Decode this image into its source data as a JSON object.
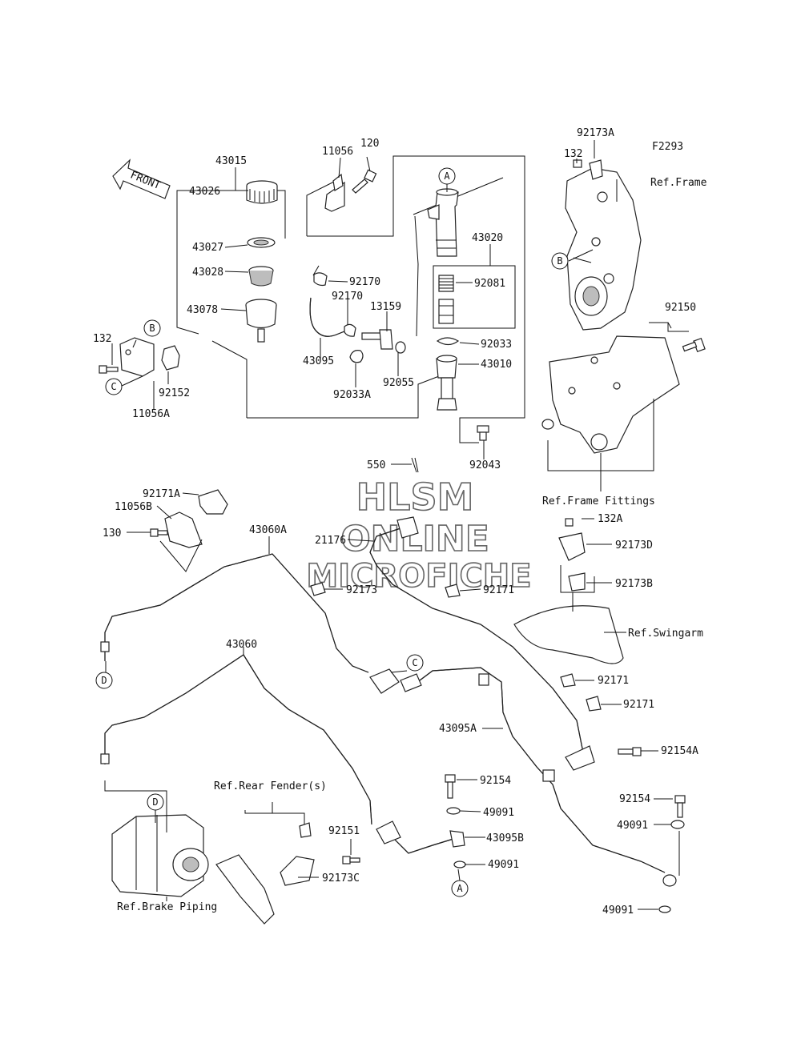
{
  "diagram_code": "F2293",
  "front_arrow_label": "FRONT",
  "watermark": [
    "HLSM",
    "ONLINE",
    "MICROFICHE"
  ],
  "ref_labels": {
    "frame": "Ref.Frame",
    "frame_fittings": "Ref.Frame Fittings",
    "swingarm": "Ref.Swingarm",
    "rear_fenders": "Ref.Rear Fender(s)",
    "brake_piping": "Ref.Brake Piping"
  },
  "connectors": {
    "a": "A",
    "b": "B",
    "c": "C",
    "d": "D"
  },
  "parts": {
    "p43015": "43015",
    "p11056": "11056",
    "p120": "120",
    "p43026": "43026",
    "p43027": "43027",
    "p43028": "43028",
    "p43078": "43078",
    "p92170a": "92170",
    "p92170b": "92170",
    "p13159": "13159",
    "p43095": "43095",
    "p92033a": "92033A",
    "p92055": "92055",
    "p43020": "43020",
    "p92081": "92081",
    "p92033": "92033",
    "p43010": "43010",
    "p92043": "92043",
    "p550": "550",
    "p132": "132",
    "p92152": "92152",
    "p11056a": "11056A",
    "p92173a": "92173A",
    "p132b": "132",
    "p92150": "92150",
    "p92171a": "92171A",
    "p11056b": "11056B",
    "p130": "130",
    "p43060a": "43060A",
    "p21176": "21176",
    "p92173": "92173",
    "p92171b": "92171",
    "p132a": "132A",
    "p92173d": "92173D",
    "p92173b": "92173B",
    "p43060": "43060",
    "p92171c": "92171",
    "p92171d": "92171",
    "p43095a": "43095A",
    "p92154a": "92154A",
    "p92154": "92154",
    "p49091a": "49091",
    "p43095b": "43095B",
    "p49091b": "49091",
    "p92151": "92151",
    "p92173c": "92173C",
    "p92154b": "92154",
    "p49091c": "49091",
    "p49091d": "49091"
  }
}
